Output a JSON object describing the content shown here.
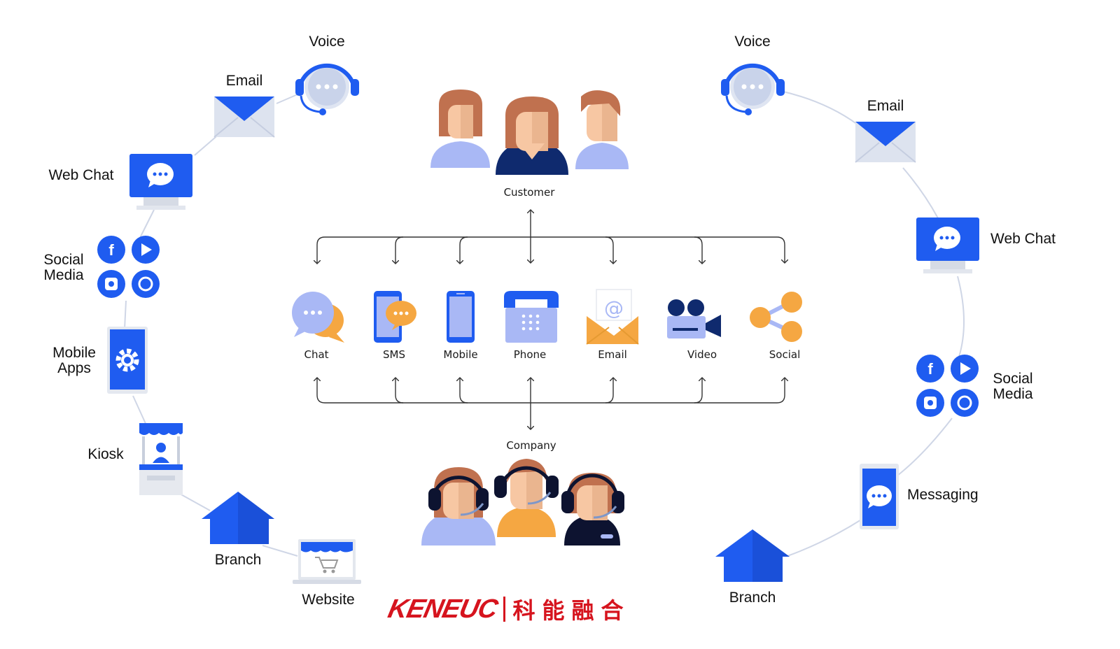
{
  "left_ring": {
    "voice": "Voice",
    "email": "Email",
    "web_chat": "Web Chat",
    "social_media": "Social Media",
    "mobile_apps": "Mobile Apps",
    "kiosk": "Kiosk",
    "branch": "Branch",
    "website": "Website"
  },
  "right_ring": {
    "voice": "Voice",
    "email": "Email",
    "web_chat": "Web Chat",
    "social_media": "Social Media",
    "messaging": "Messaging",
    "branch": "Branch"
  },
  "center": {
    "customer": "Customer",
    "company": "Company",
    "channels": [
      "Chat",
      "SMS",
      "Mobile",
      "Phone",
      "Email",
      "Video",
      "Social"
    ]
  },
  "brand": {
    "name_en": "KENEUC",
    "name_cn": "科能融合"
  },
  "colors": {
    "primary_blue": "#1f5cf0",
    "light_blue": "#9fb3f7",
    "orange": "#f5a742",
    "skin": "#f7c7a3",
    "hair": "#c0714f",
    "navy": "#0f2a6e",
    "brand_red": "#d6141e"
  }
}
